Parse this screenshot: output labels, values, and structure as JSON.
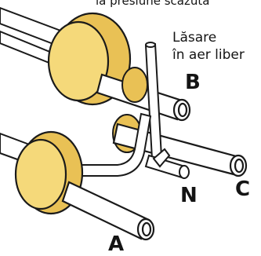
{
  "caption_top": "la presiune scăzută",
  "vent_label": {
    "line1": "Lăsare",
    "line2": "în aer liber"
  },
  "port_labels": {
    "A": "A",
    "B": "B",
    "C": "C",
    "N": "N"
  },
  "colors": {
    "disc_fill": "#f2d36b",
    "disc_face": "#f7df86",
    "pipe_fill": "#ffffff",
    "outline": "#1a1a1a"
  }
}
